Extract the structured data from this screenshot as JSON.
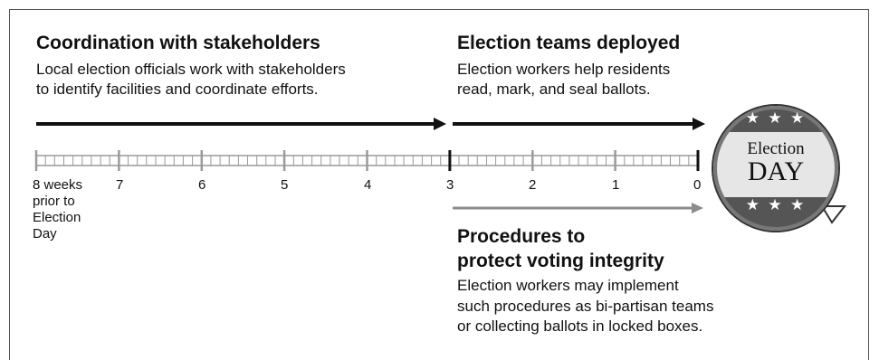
{
  "coordination": {
    "title": "Coordination with stakeholders",
    "desc_line1": "Local election officials work with stakeholders",
    "desc_line2": "to identify facilities and coordinate efforts."
  },
  "deployed": {
    "title": "Election teams deployed",
    "desc_line1": "Election workers help residents",
    "desc_line2": "read, mark, and seal ballots."
  },
  "procedures": {
    "title_line1": "Procedures to",
    "title_line2": "protect voting integrity",
    "desc_line1": "Election workers may implement",
    "desc_line2": "such procedures as bi-partisan teams",
    "desc_line3": "or collecting ballots in locked boxes."
  },
  "timeline": {
    "labels": {
      "w8_line1": "8 weeks",
      "w8_line2": "prior to",
      "w8_line3": "Election",
      "w8_line4": "Day",
      "w7": "7",
      "w6": "6",
      "w5": "5",
      "w4": "4",
      "w3": "3",
      "w2": "2",
      "w1": "1",
      "w0": "0"
    }
  },
  "badge": {
    "line1": "Election",
    "line2": "DAY",
    "stars_top": "★ ★ ★",
    "stars_bottom": "★ ★ ★"
  },
  "colors": {
    "arrow_black": "#111111",
    "arrow_gray": "#8c8c8c",
    "ruler": "#9a9a9a",
    "badge_band": "#bdbdbd",
    "badge_dark": "#555555"
  }
}
